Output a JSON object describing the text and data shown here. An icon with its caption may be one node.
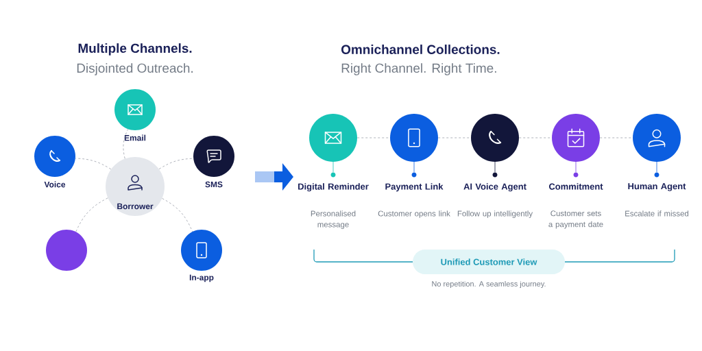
{
  "diagram": {
    "nodes": [
      {
        "text": [
          "Email"
        ]
      },
      {
        "text": [
          "Voice"
        ]
      },
      {
        "text": [
          "SMS"
        ]
      },
      {
        "text": [
          "Borrower"
        ]
      },
      {
        "text": [],
        "shape": "circle"
      },
      {
        "text": [
          "In-app"
        ]
      },
      {
        "text": [
          "Digital Reminder",
          "Personalised message"
        ]
      },
      {
        "text": [
          "Payment Link",
          "Customer opens link"
        ]
      },
      {
        "text": [
          "AI Voice Agent",
          "Follow up intelligently"
        ]
      },
      {
        "text": [
          "Commitment",
          "Customer sets a payment date"
        ]
      },
      {
        "text": [
          "Human Agent",
          "Escalate if missed"
        ]
      },
      {
        "text": [
          "Unified Customer View"
        ]
      }
    ],
    "edges": [
      {
        "from": 3,
        "to": 0,
        "arrow": "none",
        "style": "dashed"
      },
      {
        "from": 3,
        "to": 1,
        "arrow": "none",
        "style": "dashed"
      },
      {
        "from": 3,
        "to": 2,
        "arrow": "none",
        "style": "dashed"
      },
      {
        "from": 3,
        "to": 4,
        "arrow": "none",
        "style": "dashed"
      },
      {
        "from": 3,
        "to": 5,
        "arrow": "none",
        "style": "dashed"
      },
      {
        "from": 6,
        "to": 7,
        "arrow": "none",
        "style": "dashed"
      },
      {
        "from": 7,
        "to": 8,
        "arrow": "none",
        "style": "dashed"
      },
      {
        "from": 8,
        "to": 9,
        "arrow": "none",
        "style": "dashed"
      },
      {
        "from": 9,
        "to": 10,
        "arrow": "none",
        "style": "dashed"
      }
    ],
    "labels": [
      "Multiple Channels.",
      "Disjointed Outreach.",
      "Omnichannel Collections.",
      "Right Channel. Right Time.",
      "No repetition. A seamless journey."
    ]
  }
}
